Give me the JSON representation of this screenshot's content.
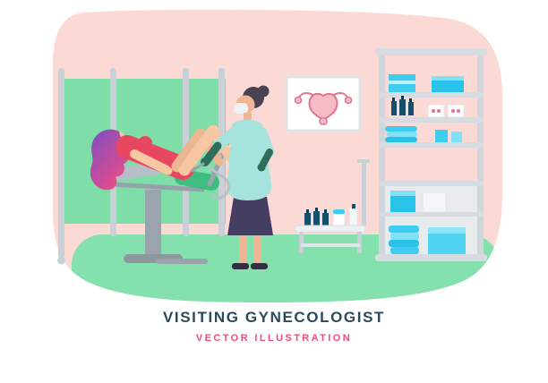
{
  "caption": {
    "title": "VISITING GYNECOLOGIST",
    "subtitle": "VECTOR ILLUSTRATION"
  },
  "palette": {
    "background": "#ffffff",
    "blob_pink": "#fbd9d4",
    "floor_green": "#84e0ac",
    "screen_green": "#7fdda8",
    "metal_gray": "#c9d0d7",
    "shelf_gray": "#d6dce1",
    "supply_cyan": "#3ecdf1",
    "supply_cyan_deep": "#29c3ea",
    "bottle_dark": "#15506b",
    "patient_skin": "#f7c6a2",
    "doctor_skin": "#f0b693",
    "patient_top_red": "#e8485f",
    "patient_hair_from": "#7c4fc4",
    "patient_hair_to": "#ec4b86",
    "doctor_hair": "#4a4152",
    "scrub_teal": "#a5e3dc",
    "glove_green": "#2f6e5f",
    "skirt_navy": "#453e63",
    "cushion_green": "#3fbd80",
    "uterus_pink": "#f6bcc6",
    "uterus_outline": "#e2758b",
    "title_color": "#2b4a5c",
    "subtitle_color": "#e8507a"
  },
  "scene": {
    "labels": [
      "privacy-screen",
      "examination-chair",
      "patient",
      "gynecologist",
      "uterus-poster",
      "supply-shelf",
      "medicine-table"
    ]
  }
}
